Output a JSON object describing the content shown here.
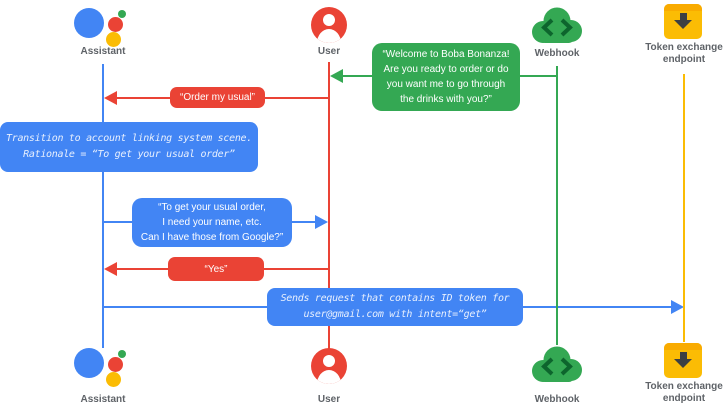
{
  "diagram": {
    "actors": {
      "assistant": "Assistant",
      "user": "User",
      "webhook": "Webhook",
      "token_endpoint": "Token exchange\nendpoint"
    },
    "messages": {
      "welcome": "“Welcome to Boba Bonanza!\nAre you ready to order or do\nyou want me to go through\nthe drinks with you?”",
      "order_usual": "“Order my usual”",
      "transition_note": "Transition to account linking system scene.\nRationale = “To get your usual order”",
      "ask_info": "“To get your usual order,\nI need your name, etc.\nCan I have those from Google?”",
      "yes": "“Yes”",
      "send_request": "Sends request that contains ID token for\nuser@gmail.com with intent=“get”"
    },
    "colors": {
      "assistant_blue": "#4285f4",
      "user_red": "#ea4335",
      "webhook_green": "#34a853",
      "token_yellow": "#fbbc04",
      "label_gray": "#5f6368"
    },
    "icons": {
      "assistant": "google-assistant-icon",
      "user": "user-avatar-icon",
      "webhook": "webhook-cloud-icon",
      "token_endpoint": "token-exchange-endpoint-icon"
    }
  }
}
